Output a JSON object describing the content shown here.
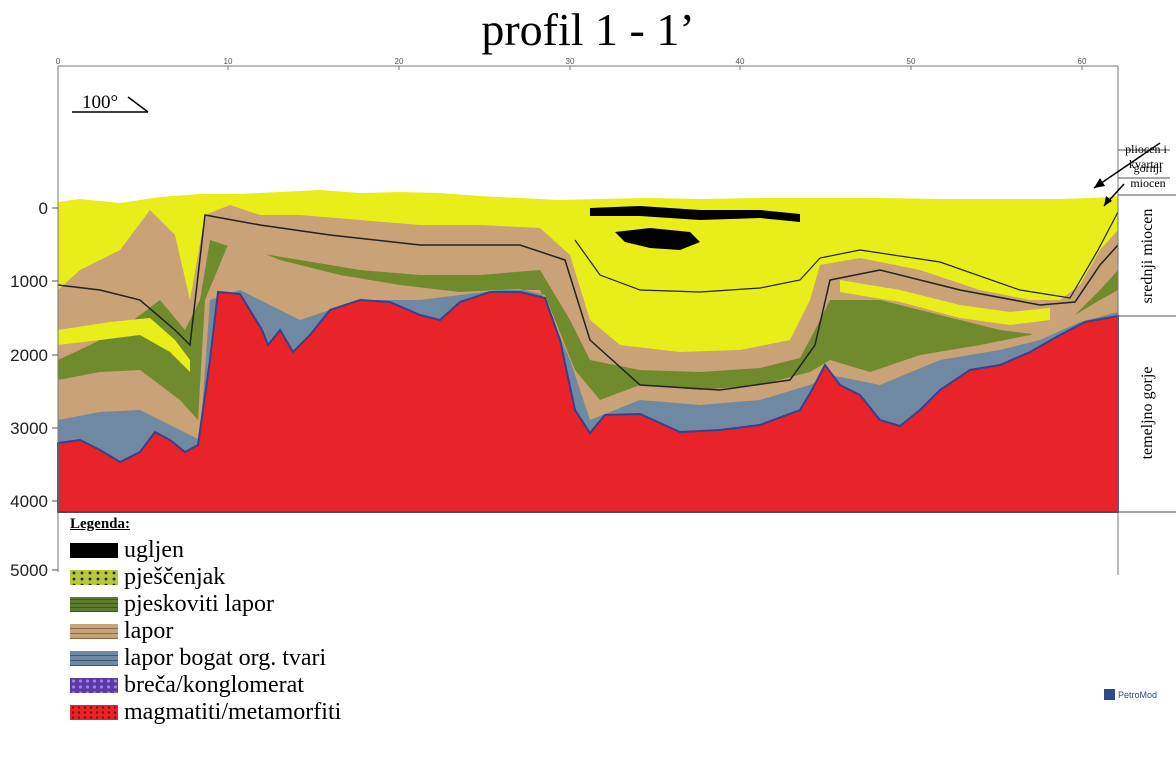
{
  "title": "profil 1 - 1’",
  "azimuth_label": "100°",
  "x_ticks": [
    "0",
    "10",
    "20",
    "30",
    "40",
    "50",
    "60"
  ],
  "y_ticks": [
    "0",
    "1000",
    "2000",
    "3000",
    "4000",
    "5000"
  ],
  "units": {
    "plio": "pliocen i kvartar",
    "gornji": "gornji miocen",
    "srednji": "srednji miocen",
    "temeljno": "temeljno gorje"
  },
  "legend": {
    "title": "Legenda:",
    "items": [
      {
        "label": "ugljen",
        "color": "#000000"
      },
      {
        "label": "pješčenjak",
        "color": "#b5c93a"
      },
      {
        "label": "pjeskoviti lapor",
        "color": "#5d7a2e"
      },
      {
        "label": "lapor",
        "color": "#c9a277"
      },
      {
        "label": "lapor bogat org. tvari",
        "color": "#6f89a3"
      },
      {
        "label": "breča/konglomerat",
        "color": "#5b3aa8"
      },
      {
        "label": "magmatiti/metamorfiti",
        "color": "#e8232a"
      }
    ]
  },
  "section_colors": {
    "yellow": "#e9ee1a",
    "olive": "#6b8a2a",
    "tan": "#c9a277",
    "blue": "#6f89a3",
    "red": "#e8232a",
    "coal": "#000000"
  },
  "watermark": "PetroMod"
}
